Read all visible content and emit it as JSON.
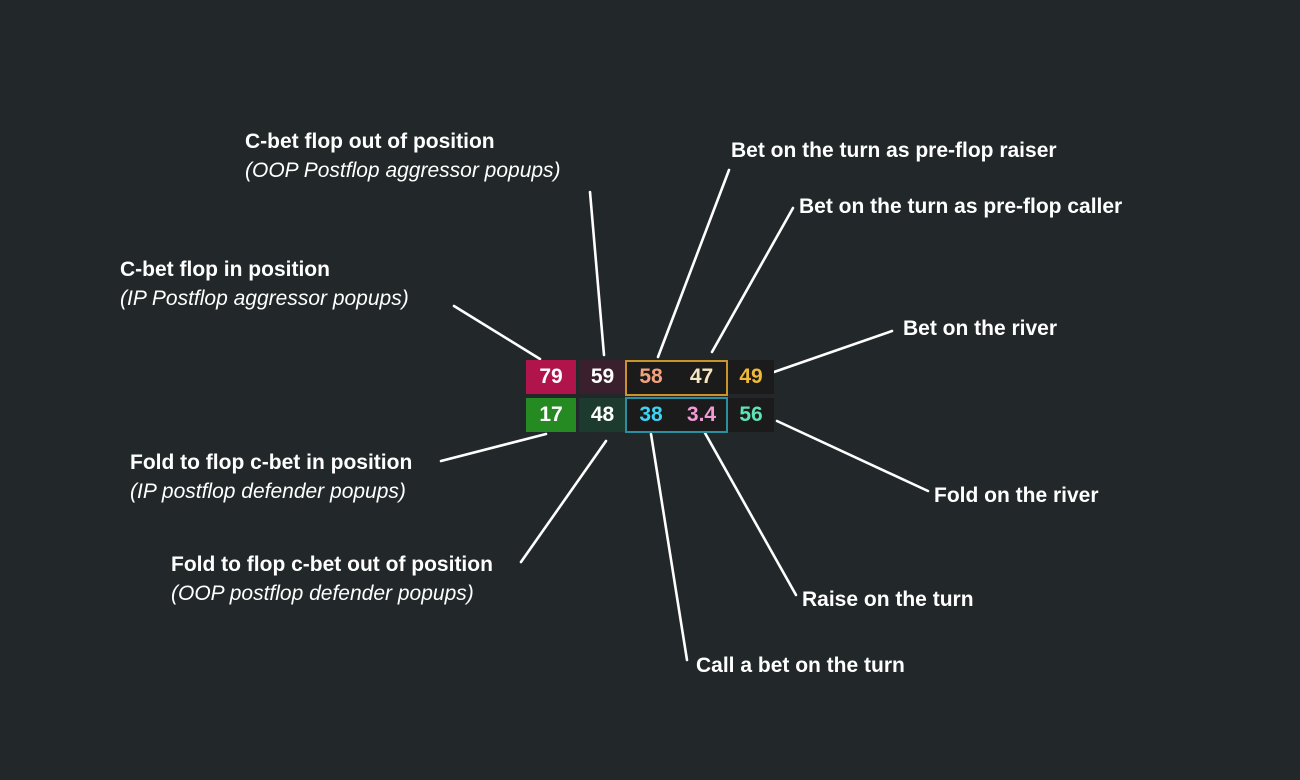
{
  "colors": {
    "background": "#222829",
    "text": "#ffffff",
    "turn_group_top_border": "#c9952a",
    "turn_group_bottom_border": "#2a8fa0"
  },
  "hud": {
    "top_row": [
      {
        "value": "79",
        "bg": "#b0144a",
        "fg": "#ffffff"
      },
      {
        "value": "59",
        "bg": "#3a1f2c",
        "fg": "#ffffff"
      },
      {
        "value": "58",
        "bg": "#1b1b1b",
        "fg": "#f3a27c"
      },
      {
        "value": "47",
        "bg": "#1b1b1b",
        "fg": "#f6e6c2"
      },
      {
        "value": "49",
        "bg": "#1b1b1b",
        "fg": "#f0b93a"
      }
    ],
    "bottom_row": [
      {
        "value": "17",
        "bg": "#268a22",
        "fg": "#ffffff"
      },
      {
        "value": "48",
        "bg": "#1c3a2e",
        "fg": "#ffffff"
      },
      {
        "value": "38",
        "bg": "#1b1b1b",
        "fg": "#3fd3f4"
      },
      {
        "value": "3.4",
        "bg": "#1b1b1b",
        "fg": "#f29ad6"
      },
      {
        "value": "56",
        "bg": "#1b1b1b",
        "fg": "#5fe3b6"
      }
    ]
  },
  "labels": {
    "cbet_oop": {
      "title": "C-bet flop out of position",
      "subtitle": "(OOP Postflop aggressor popups)"
    },
    "cbet_ip": {
      "title": "C-bet flop in position",
      "subtitle": "(IP Postflop aggressor popups)"
    },
    "bet_turn_raiser": {
      "title": "Bet on the turn as pre-flop raiser"
    },
    "bet_turn_caller": {
      "title": "Bet on the turn as pre-flop caller"
    },
    "bet_river": {
      "title": "Bet on the river"
    },
    "fold_cbet_ip": {
      "title": "Fold to flop c-bet in position",
      "subtitle": "(IP postflop defender popups)"
    },
    "fold_cbet_oop": {
      "title": "Fold to flop c-bet out of position",
      "subtitle": "(OOP postflop defender popups)"
    },
    "fold_river": {
      "title": "Fold on the river"
    },
    "raise_turn": {
      "title": "Raise on the turn"
    },
    "call_turn": {
      "title": "Call a bet on the turn"
    }
  }
}
